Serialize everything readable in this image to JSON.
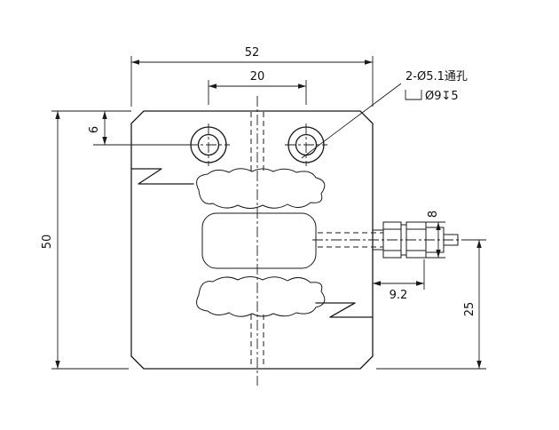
{
  "drawing": {
    "title": "load-cell-technical-drawing",
    "dimensions": {
      "overall_width": "52",
      "hole_spacing": "20",
      "hole_top_offset": "6",
      "overall_height": "50",
      "connector_length": "9.2",
      "connector_center_to_bottom": "25",
      "stud_across_flats": "8"
    },
    "notes": {
      "holes": "2-Ø5.1通孔",
      "counterbore": "Ø9↧5"
    },
    "colors": {
      "line": "#1a1a1a",
      "background": "#ffffff"
    }
  }
}
